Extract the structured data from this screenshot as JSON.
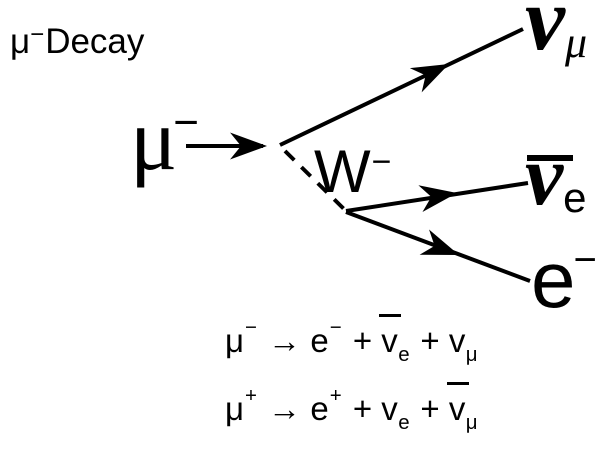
{
  "colors": {
    "ink": "#000000",
    "background": "#ffffff"
  },
  "title": {
    "particle": "μ",
    "charge": "−",
    "text": "Decay"
  },
  "diagram": {
    "labels": {
      "muon": {
        "base": "μ",
        "sup": "−"
      },
      "w_boson": {
        "base": "W",
        "sup": "−"
      },
      "nu_mu": {
        "base": "ν",
        "sub": "μ"
      },
      "nu_e_bar": {
        "base": "ν",
        "sub": "e",
        "bar": true
      },
      "electron": {
        "base": "e",
        "sup": "−"
      }
    },
    "lines": {
      "muon_line": "incoming muon propagator with arrow",
      "w_propagator": "dashed W boson propagator",
      "nu_mu_line": "outgoing muon neutrino with arrow",
      "nu_e_bar_line": "outgoing electron antineutrino with arrow",
      "electron_line": "outgoing electron with arrow"
    }
  },
  "equations": [
    {
      "name": "mu-minus-decay",
      "tokens": [
        {
          "t": "μ"
        },
        {
          "t": "−",
          "s": "sup"
        },
        {
          "t": " → "
        },
        {
          "t": "e"
        },
        {
          "t": "−",
          "s": "sup"
        },
        {
          "t": " + "
        },
        {
          "t": "v",
          "bar": true
        },
        {
          "t": "e",
          "s": "sub"
        },
        {
          "t": " + "
        },
        {
          "t": "v"
        },
        {
          "t": "μ",
          "s": "sub"
        }
      ]
    },
    {
      "name": "mu-plus-decay",
      "tokens": [
        {
          "t": "μ"
        },
        {
          "t": "+",
          "s": "sup"
        },
        {
          "t": " → "
        },
        {
          "t": "e"
        },
        {
          "t": "+",
          "s": "sup"
        },
        {
          "t": " + "
        },
        {
          "t": "v"
        },
        {
          "t": "e",
          "s": "sub"
        },
        {
          "t": " + "
        },
        {
          "t": "v",
          "bar": true
        },
        {
          "t": "μ",
          "s": "sub"
        }
      ]
    }
  ]
}
